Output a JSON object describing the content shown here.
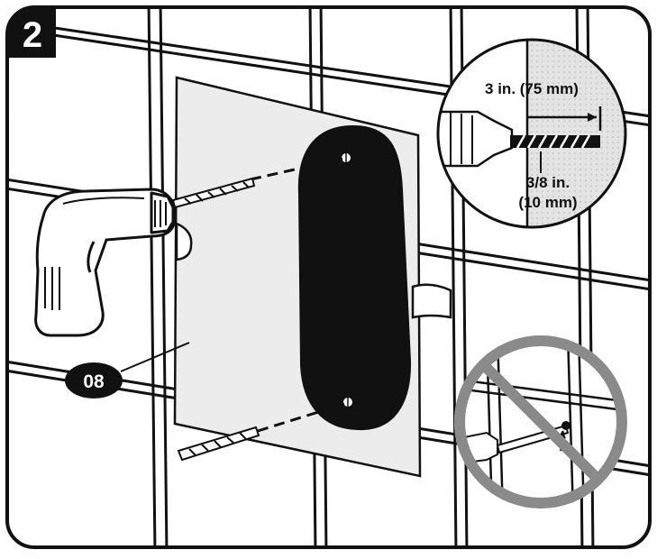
{
  "step": {
    "number": "2"
  },
  "template": {
    "part_label": "08"
  },
  "detail": {
    "depth": "3 in. (75 mm)",
    "bit_size_line1": "3/8 in.",
    "bit_size_line2": "(10 mm)"
  },
  "colors": {
    "outline": "#111111",
    "wall": "#ffffff",
    "template_paper": "#ececec",
    "anchor_plate": "#111111",
    "detail_fill": "#e3e3e3",
    "prohibition": "#8a8a8a"
  },
  "icons": [
    "drill-icon",
    "drill-bit-icon",
    "prohibited-icon"
  ]
}
